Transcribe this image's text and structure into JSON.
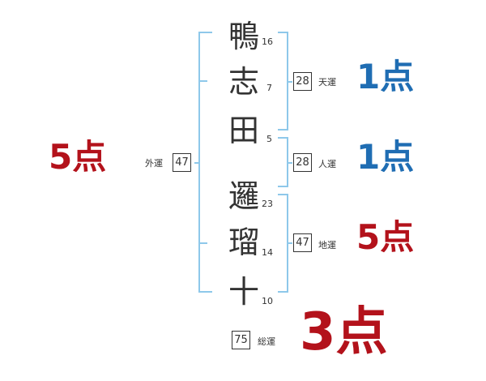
{
  "colors": {
    "bracket": "#8ec8ea",
    "blue": "#1f6db3",
    "red": "#b3121b",
    "text": "#333333"
  },
  "characters": [
    {
      "char": "鴨",
      "strokes": "16"
    },
    {
      "char": "志",
      "strokes": "7"
    },
    {
      "char": "田",
      "strokes": "5"
    },
    {
      "char": "邏",
      "strokes": "23"
    },
    {
      "char": "瑠",
      "strokes": "14"
    },
    {
      "char": "十",
      "strokes": "10"
    }
  ],
  "fortunes": {
    "tenkaku": {
      "label": "天運",
      "value": "28",
      "score": "1点",
      "color": "blue"
    },
    "jinkaku": {
      "label": "人運",
      "value": "28",
      "score": "1点",
      "color": "blue"
    },
    "chikaku": {
      "label": "地運",
      "value": "47",
      "score": "5点",
      "color": "red"
    },
    "gaikaku": {
      "label": "外運",
      "value": "47",
      "score": "5点",
      "color": "red"
    },
    "soukaku": {
      "label": "総運",
      "value": "75",
      "score": "3点",
      "color": "red"
    }
  }
}
